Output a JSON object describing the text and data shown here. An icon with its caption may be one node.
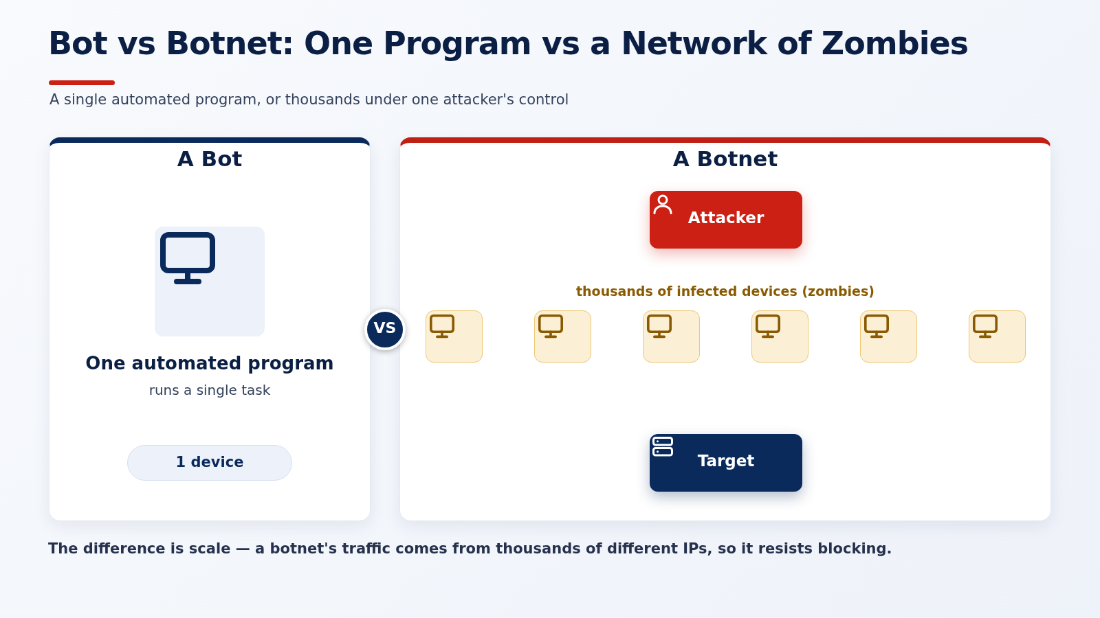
{
  "diagram": {
    "title": "Bot vs Botnet: One Program vs a Network of Zombies",
    "caption": "The difference is scale — a botnet's traffic comes from thousands of different IPs, so it resists blocking.",
    "nodes": [
      {
        "text": [
          "A Bot",
          "One automated program",
          "runs a single task"
        ]
      },
      {
        "text": [],
        "shape": "box",
        "in": 0
      },
      {
        "text": [
          "1 device"
        ],
        "in": 0
      },
      {
        "text": [
          "VS"
        ]
      },
      {
        "text": [
          "A Botnet",
          "thousands of infected devices (zombies)"
        ]
      },
      {
        "text": [
          "Attacker"
        ],
        "in": 4
      },
      {
        "text": [],
        "shape": "box",
        "in": 4
      },
      {
        "text": [],
        "shape": "box",
        "in": 4
      },
      {
        "text": [],
        "shape": "box",
        "in": 4
      },
      {
        "text": [],
        "shape": "box",
        "in": 4
      },
      {
        "text": [],
        "shape": "box",
        "in": 4
      },
      {
        "text": [],
        "shape": "box",
        "in": 4
      },
      {
        "text": [
          "Target"
        ],
        "in": 4
      }
    ],
    "edges": [],
    "labels": [
      "A single automated program, or thousands under one attacker's control"
    ]
  }
}
